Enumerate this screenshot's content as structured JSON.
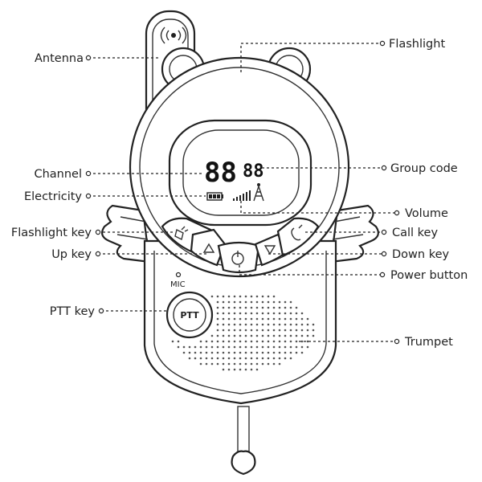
{
  "labels": {
    "antenna": "Antenna",
    "flashlight": "Flashlight",
    "channel": "Channel",
    "group_code": "Group code",
    "electricity": "Electricity",
    "volume": "Volume",
    "flashlight_key": "Flashlight key",
    "call_key": "Call key",
    "up_key": "Up key",
    "down_key": "Down key",
    "power_button": "Power button",
    "ptt_key": "PTT key",
    "trumpet": "Trumpet"
  },
  "device": {
    "display_digits": "88",
    "display_digits_small": "88",
    "mic_text": "MIC",
    "ptt_text": "PTT"
  },
  "icons": {
    "antenna_signal": "signal-waves-icon",
    "flashlight_key": "flashlight-icon",
    "call_key": "phone-icon",
    "up_key": "triangle-up-icon",
    "down_key": "triangle-down-icon",
    "power": "power-icon",
    "battery": "battery-icon",
    "volume": "volume-bars-icon",
    "tower": "signal-tower-icon"
  },
  "colors": {
    "line": "#222222",
    "background": "#ffffff"
  }
}
